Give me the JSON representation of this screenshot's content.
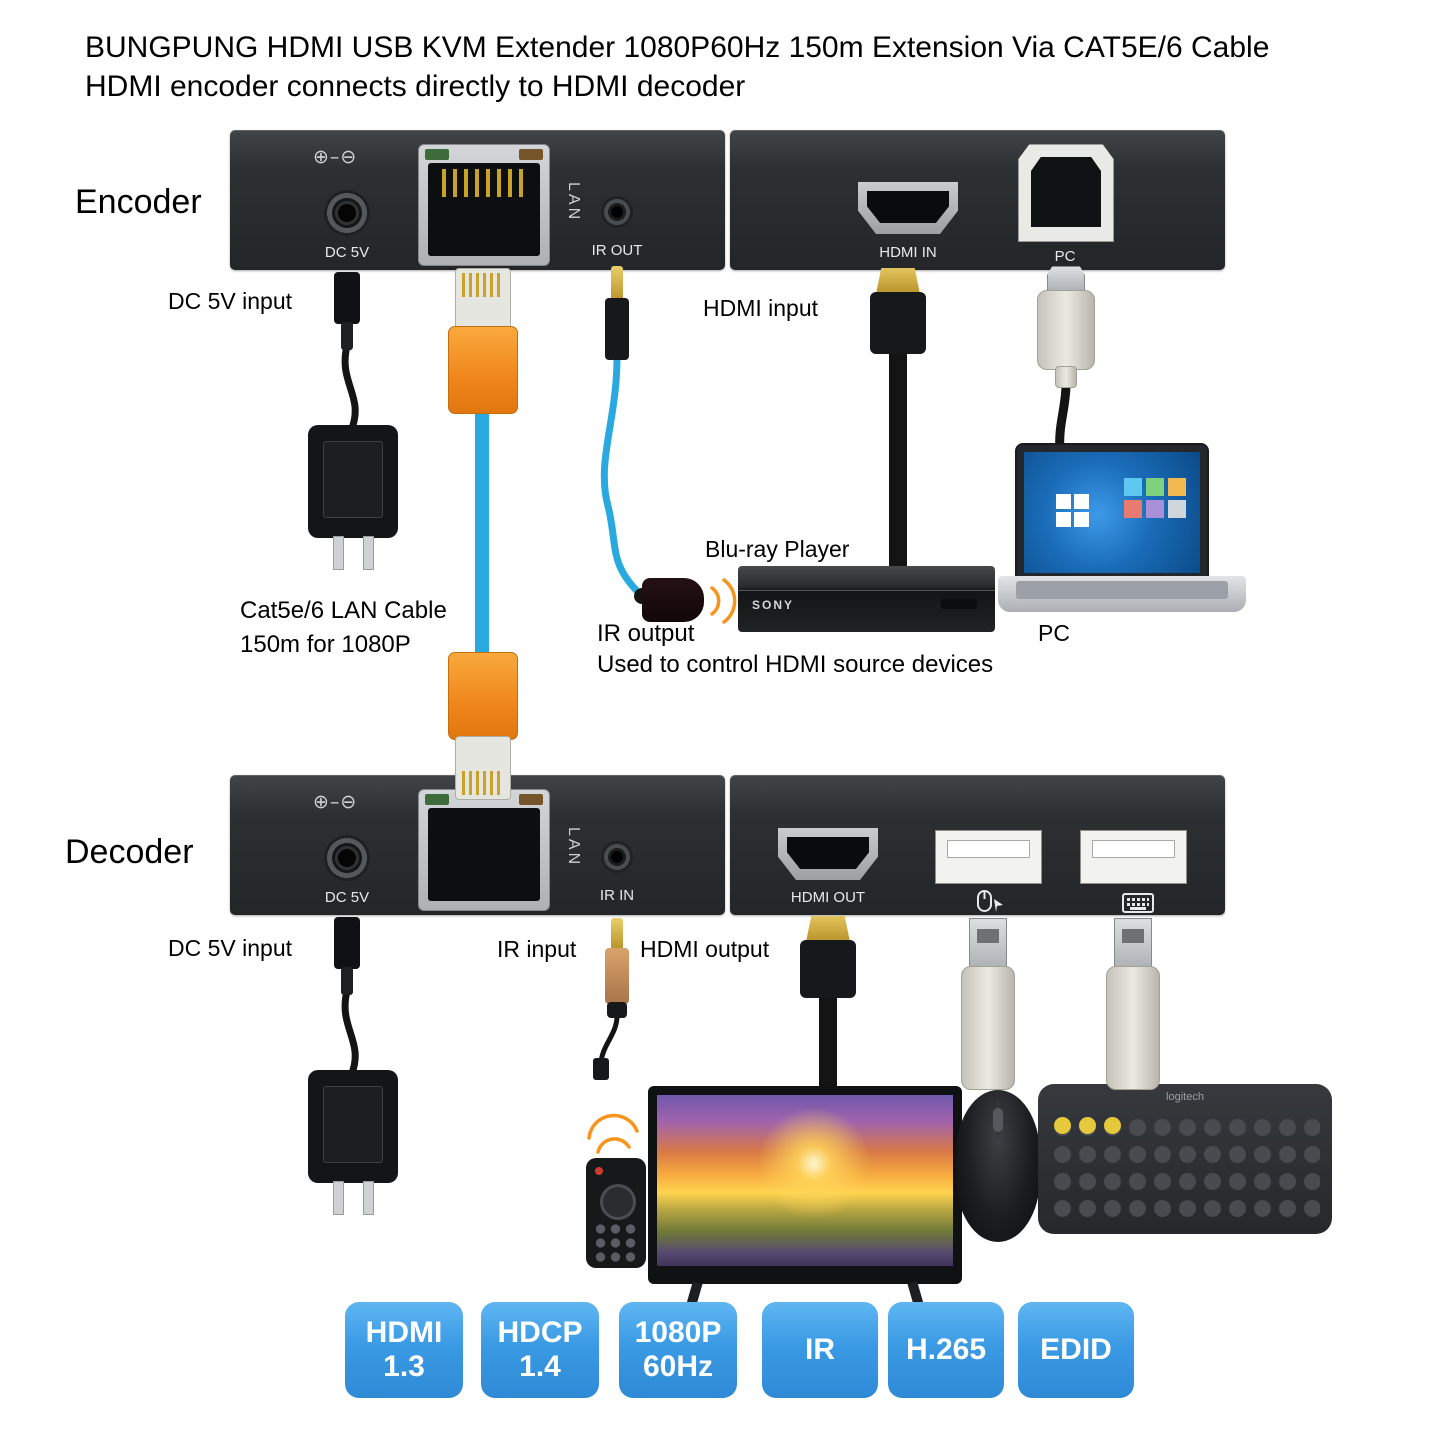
{
  "title": {
    "line1": "BUNGPUNG HDMI USB KVM Extender 1080P60Hz 150m Extension Via CAT5E/6 Cable",
    "line2": "HDMI encoder connects directly to HDMI decoder"
  },
  "encoder": {
    "label": "Encoder",
    "polarity": "⊕–⊖",
    "ports": {
      "dc": "DC 5V",
      "lan": "LAN",
      "ir_out": "IR OUT",
      "hdmi_in": "HDMI IN",
      "pc": "PC"
    },
    "annotations": {
      "dc_input": "DC 5V input",
      "hdmi_input": "HDMI input",
      "ir_output": "IR output",
      "ir_note": "Used to control HDMI source devices",
      "bluray": "Blu-ray Player",
      "pc": "PC"
    }
  },
  "lan_cable": {
    "line1": "Cat5e/6 LAN Cable",
    "line2": "150m for 1080P"
  },
  "decoder": {
    "label": "Decoder",
    "polarity": "⊕–⊖",
    "ports": {
      "dc": "DC 5V",
      "lan": "LAN",
      "ir_in": "IR IN",
      "hdmi_out": "HDMI OUT"
    },
    "annotations": {
      "dc_input": "DC 5V input",
      "ir_input": "IR input",
      "hdmi_output": "HDMI output"
    }
  },
  "devices": {
    "bluray_brand": "SONY",
    "keyboard_brand": "logitech"
  },
  "badges": [
    {
      "line1": "HDMI",
      "line2": "1.3"
    },
    {
      "line1": "HDCP",
      "line2": "1.4"
    },
    {
      "line1": "1080P",
      "line2": "60Hz"
    },
    {
      "line1": "IR",
      "line2": ""
    },
    {
      "line1": "H.265",
      "line2": ""
    },
    {
      "line1": "EDID",
      "line2": ""
    }
  ],
  "colors": {
    "badge_blue": "#3a9ae4",
    "cable_blue": "#2aa9e0",
    "rj45_orange": "#f7941d",
    "panel_dark": "#2d3032"
  }
}
